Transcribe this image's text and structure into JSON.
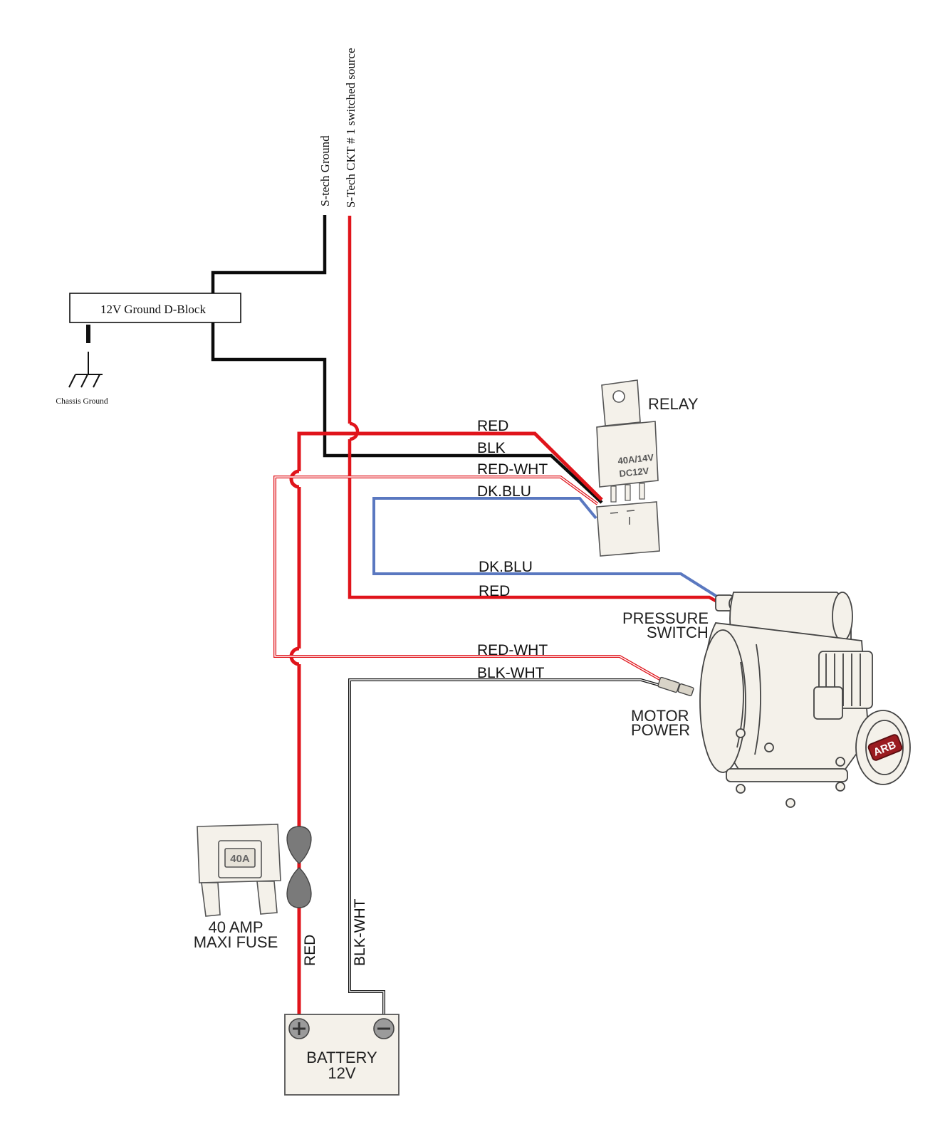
{
  "colors": {
    "red_wire": "#e0141b",
    "black_wire": "#0b0b0b",
    "blue_wire": "#5a78c0",
    "component_fill": "#f4f1ea",
    "component_stroke": "#555555"
  },
  "labels": {
    "stech_ground": "S-tech Ground",
    "stech_ckt": "S-Tech CKT # 1 switched source",
    "d_block": "12V Ground D-Block",
    "chassis_ground": "Chassis Ground",
    "relay": "RELAY",
    "relay_rating": "40A/14V",
    "relay_voltage": "DC12V",
    "wire_red": "RED",
    "wire_blk": "BLK",
    "wire_red_wht": "RED-WHT",
    "wire_dk_blu": "DK.BLU",
    "wire_dk_blu_2": "DK.BLU",
    "wire_red_2": "RED",
    "pressure_switch_1": "PRESSURE",
    "pressure_switch_2": "SWITCH",
    "wire_red_wht_2": "RED-WHT",
    "wire_blk_wht": "BLK-WHT",
    "motor_power_1": "MOTOR",
    "motor_power_2": "POWER",
    "fuse_rating": "40A",
    "fuse_label_1": "40 AMP",
    "fuse_label_2": "MAXI FUSE",
    "wire_red_vertical": "RED",
    "wire_blk_wht_vertical": "BLK-WHT",
    "battery_1": "BATTERY",
    "battery_2": "12V",
    "compressor_badge": "ARB"
  }
}
